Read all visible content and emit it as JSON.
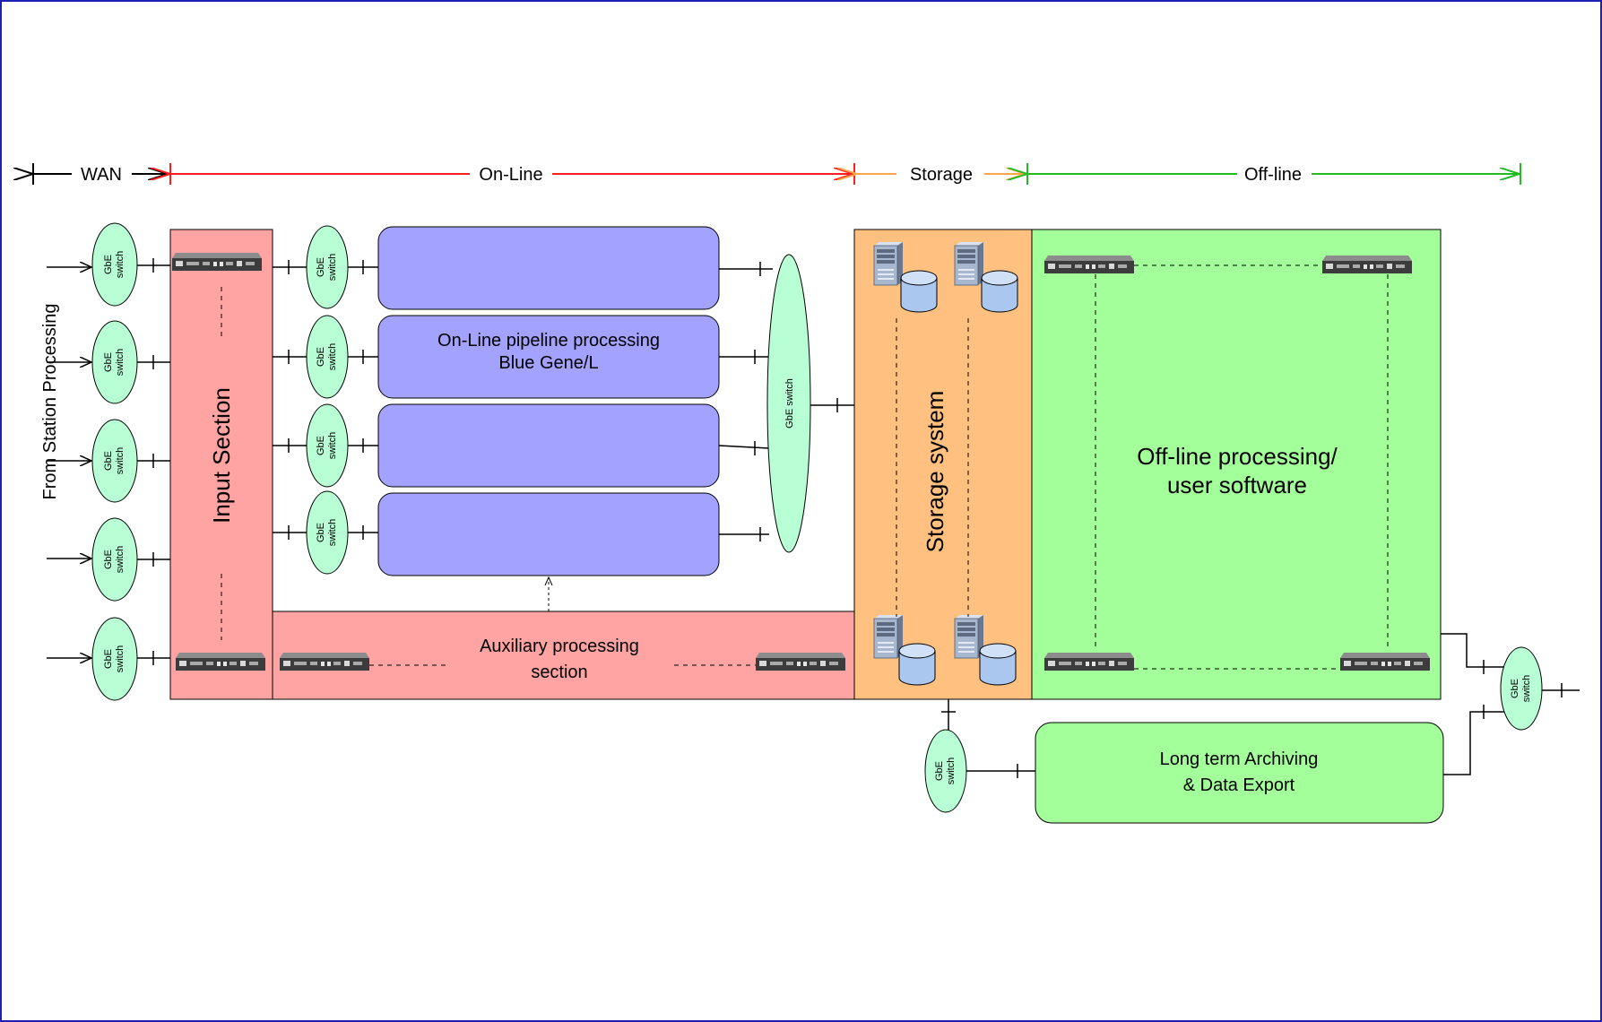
{
  "colors": {
    "frame": "#1f1fb4",
    "wan": "#000000",
    "online": "#ff1f1f",
    "storage": "#ffa64d",
    "offline": "#22bb22",
    "switch_fill": "#b8ffd6",
    "pink": "#ffa3a3",
    "blue_box": "#a3a3ff",
    "orange": "#ffc080",
    "green": "#a3ff99"
  },
  "timeline": {
    "wan": "WAN",
    "online": "On-Line",
    "storage": "Storage",
    "offline": "Off-line"
  },
  "input_label": "From Station Processing",
  "switch": {
    "line1": "GbE",
    "line2": "switch",
    "wide": "GbE switch"
  },
  "sections": {
    "input": "Input Section",
    "pipeline_line1": "On-Line pipeline processing",
    "pipeline_line2": "Blue Gene/L",
    "aux_line1": "Auxiliary processing",
    "aux_line2": "section",
    "storage": "Storage system",
    "offline_line1": "Off-line processing/",
    "offline_line2": "user software",
    "archive_line1": "Long term Archiving",
    "archive_line2": "& Data Export"
  },
  "icons": {
    "router": "network-router-icon",
    "server": "server-tower-icon",
    "disk": "disk-cylinder-icon"
  }
}
